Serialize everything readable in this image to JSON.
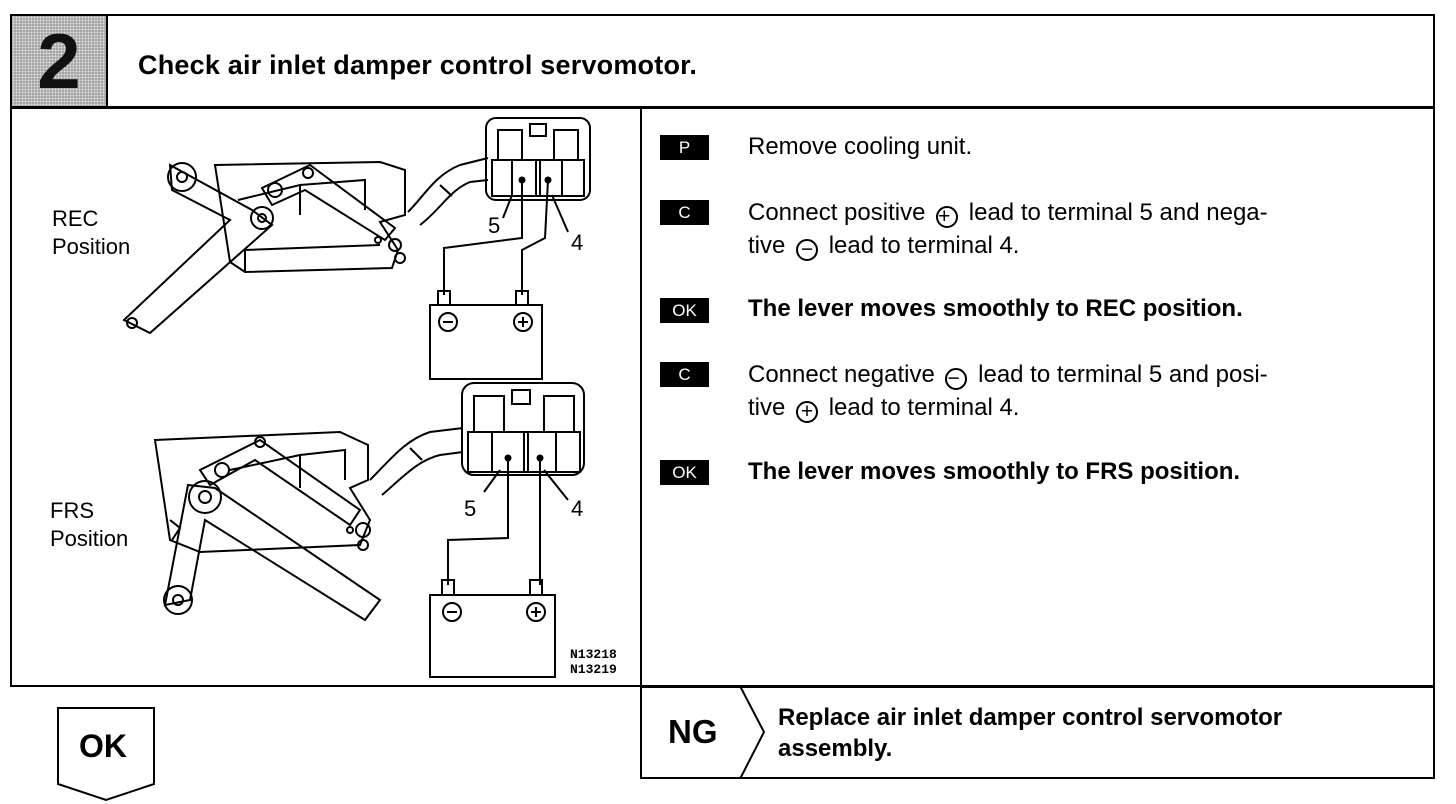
{
  "header": {
    "step_number": "2",
    "title": "Check air inlet damper control servomotor."
  },
  "figure": {
    "rec_label_1": "REC",
    "rec_label_2": "Position",
    "frs_label_1": "FRS",
    "frs_label_2": "Position",
    "terminal_5": "5",
    "terminal_4": "4",
    "battery_neg": "⊖",
    "battery_pos": "⊕",
    "figure_codes": [
      "N13218",
      "N13219"
    ]
  },
  "steps": [
    {
      "badge": "P",
      "line1": "Remove cooling unit.",
      "line2": ""
    },
    {
      "badge": "C",
      "line1_a": "Connect positive",
      "line1_b": "lead to terminal 5 and nega-",
      "line2_a": "tive",
      "line2_b": "lead to terminal 4."
    },
    {
      "badge": "OK",
      "line1": "The lever moves smoothly to REC position."
    },
    {
      "badge": "C",
      "line1_a": "Connect negative",
      "line1_b": "lead to terminal 5 and posi-",
      "line2_a": "tive",
      "line2_b": "lead to terminal 4."
    },
    {
      "badge": "OK",
      "line1": "The lever moves smoothly to FRS position."
    }
  ],
  "symbols": {
    "plus": "+",
    "minus": "−"
  },
  "results": {
    "ok_label": "OK",
    "ng_label": "NG",
    "ng_text_1": "Replace air inlet damper control servomotor",
    "ng_text_2": "assembly."
  }
}
